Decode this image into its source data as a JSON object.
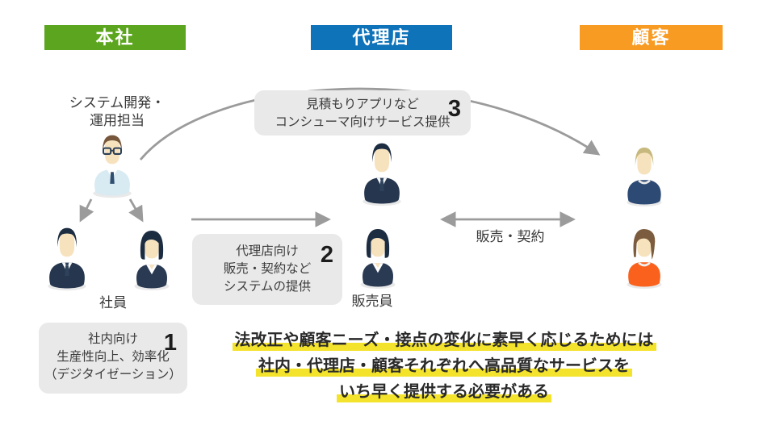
{
  "columns": [
    {
      "id": "headquarters",
      "label": "本社",
      "color": "#5CA51E"
    },
    {
      "id": "agency",
      "label": "代理店",
      "color": "#0E73B9"
    },
    {
      "id": "customer",
      "label": "顧客",
      "color": "#F89B22"
    }
  ],
  "labels": {
    "dev": "システム開発・\n運用担当",
    "employees": "社員",
    "sales_staff": "販売員",
    "sales_contract": "販売・契約"
  },
  "boxes": [
    {
      "number": "3",
      "text": "見積もりアプリなど\nコンシューマ向けサービス提供"
    },
    {
      "number": "2",
      "text": "代理店向け\n販売・契約など\nシステムの提供"
    },
    {
      "number": "1",
      "text": "社内向け\n生産性向上、効率化\n（デジタイゼーション）"
    }
  ],
  "message": {
    "lines": [
      "法改正や顧客ニーズ・接点の変化に素早く応じるためには",
      "社内・代理店・顧客それぞれへ高品質なサービスを",
      "いち早く提供する必要がある"
    ],
    "highlight_color": "#F4E32C"
  },
  "icons": {
    "dev_person": "male-office-worker-glasses-icon",
    "employee_man": "male-employee-suit-icon",
    "employee_woman": "female-employee-icon",
    "sales_man": "male-sales-suit-icon",
    "sales_woman": "female-sales-icon",
    "customer_man": "male-customer-icon",
    "customer_woman": "female-customer-icon"
  },
  "style": {
    "box_bg": "#E9E9E9",
    "arrow_color": "#9B9B9B"
  }
}
